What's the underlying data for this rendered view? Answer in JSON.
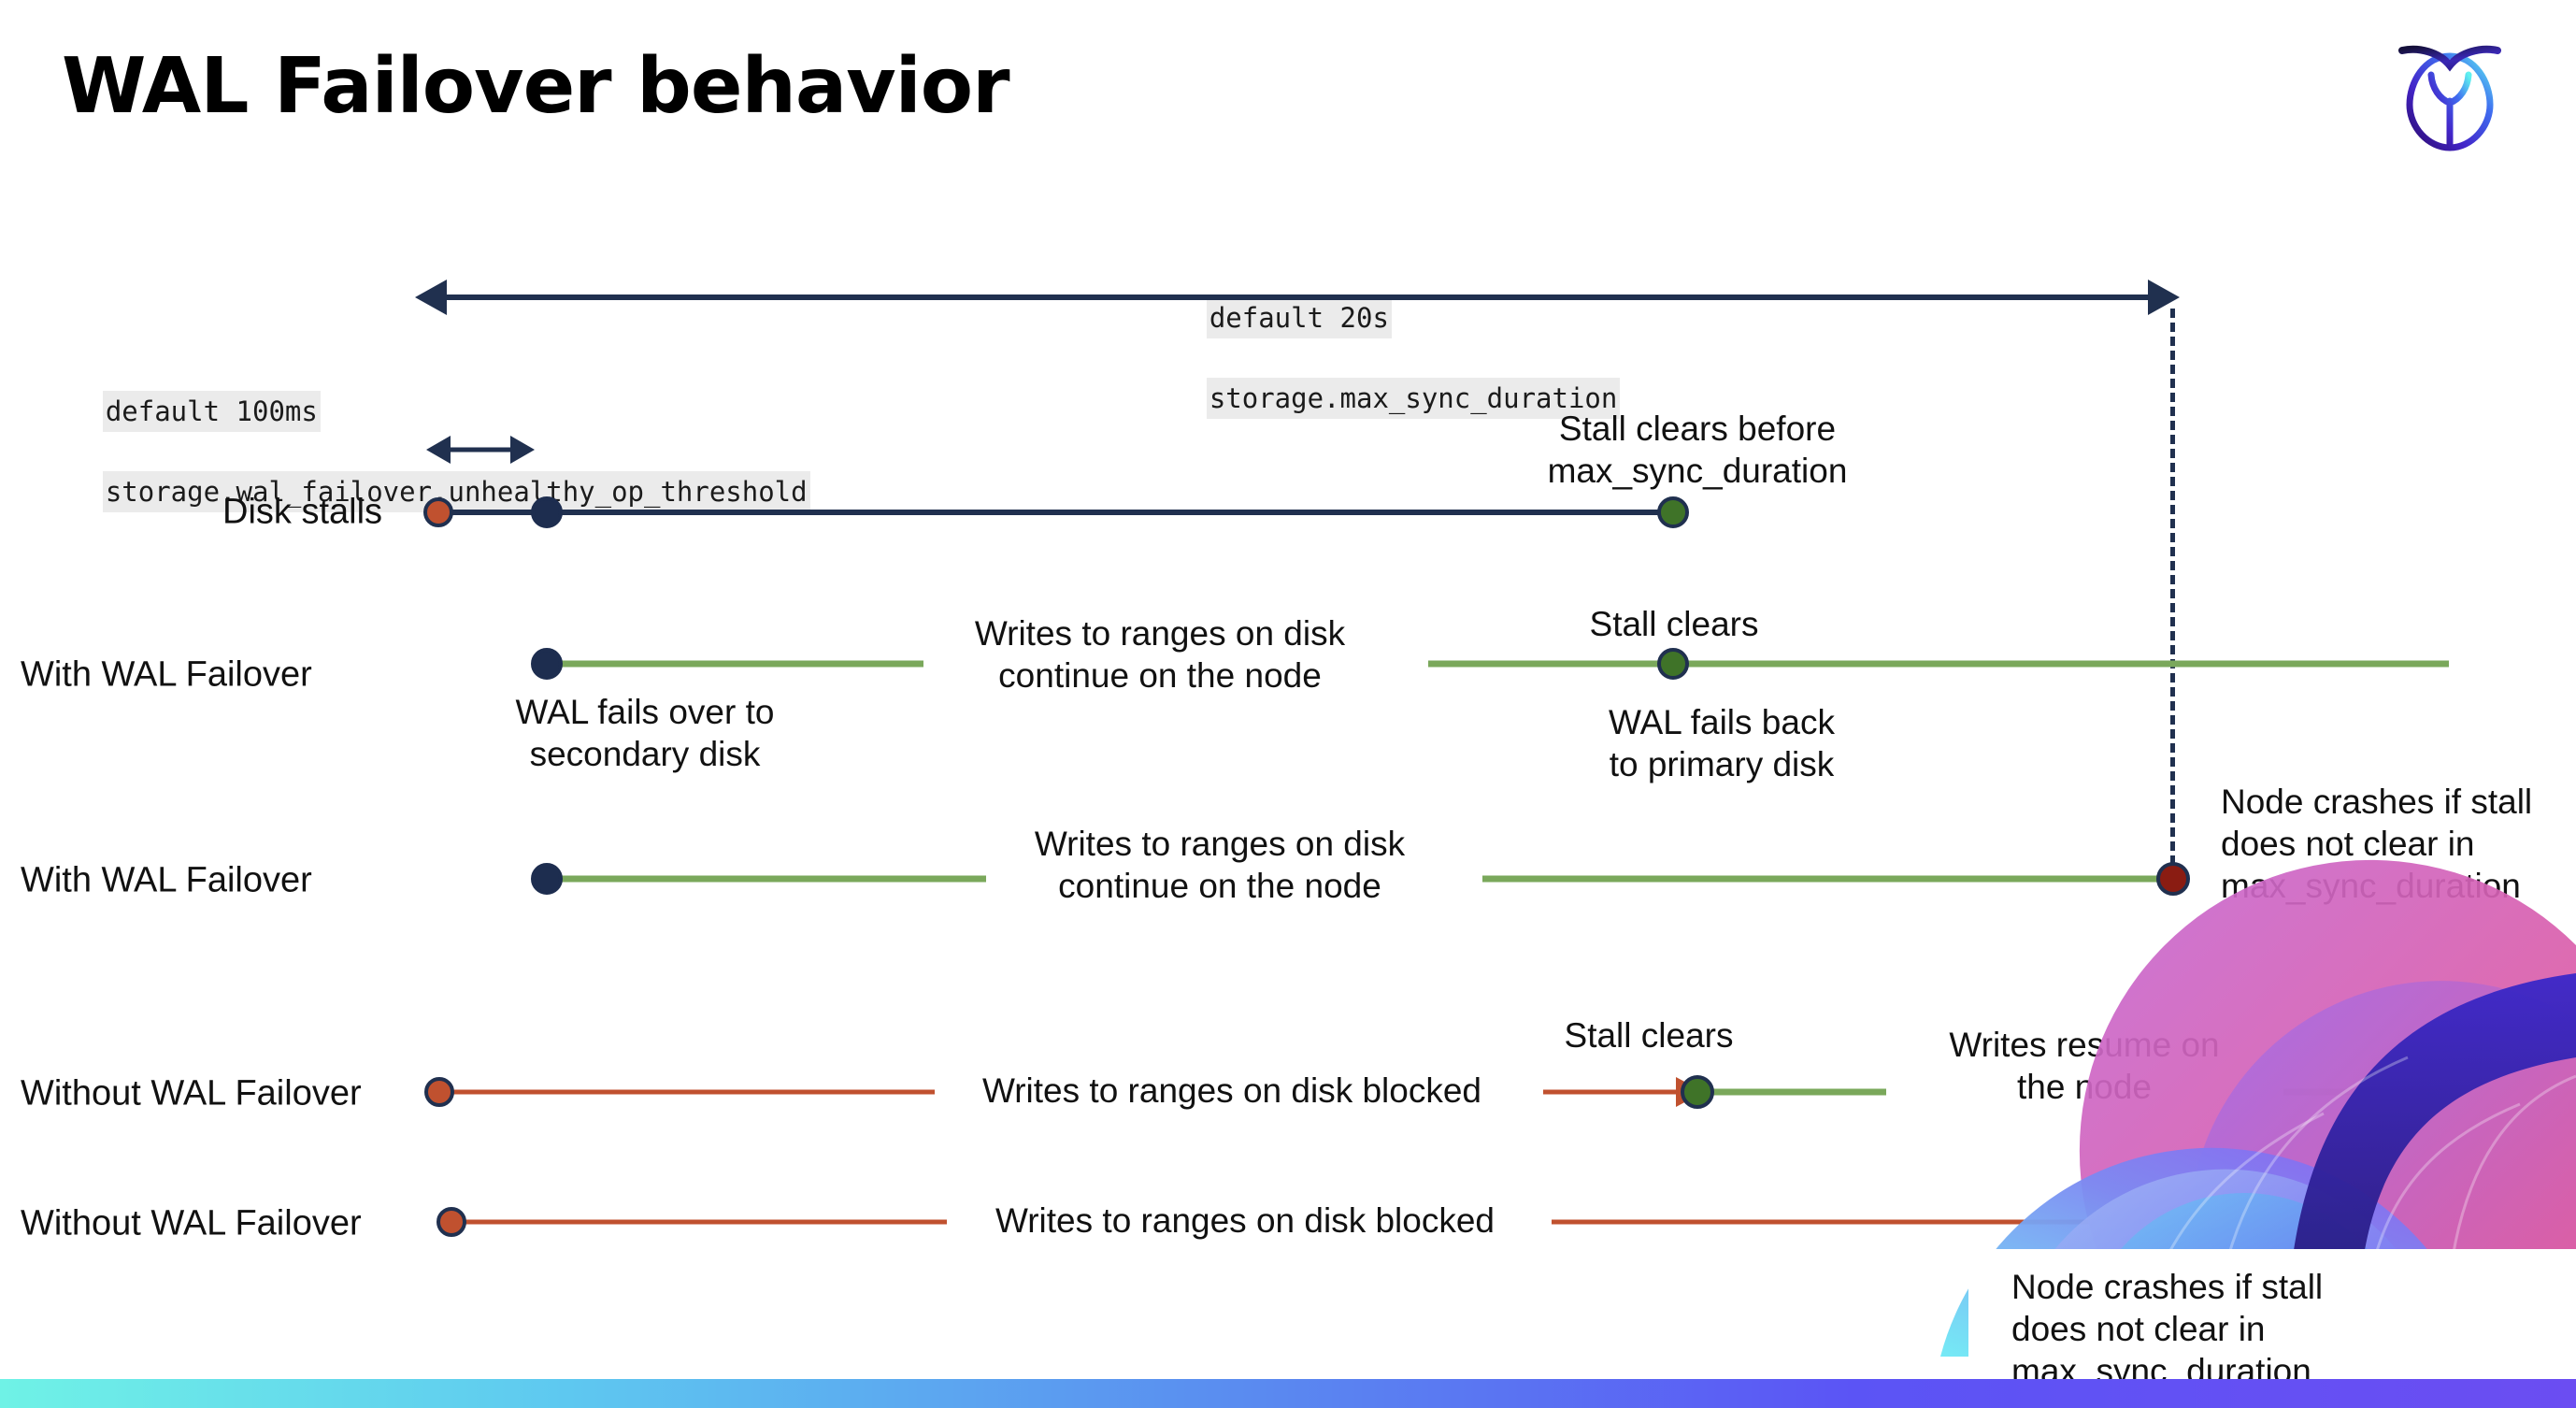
{
  "slide": {
    "title": "WAL Failover behavior",
    "logo_name": "cockroachdb-logo"
  },
  "settings": [
    {
      "name": "max-sync-duration",
      "default_line": "default 20s",
      "setting_line": "storage.max_sync_duration"
    },
    {
      "name": "unhealthy-op-threshold",
      "default_line": "default 100ms",
      "setting_line": "storage.wal_failover.unhealthy_op_threshold"
    }
  ],
  "rows": [
    {
      "label": "Disk stalls"
    },
    {
      "label": "With WAL Failover"
    },
    {
      "label": "With WAL Failover"
    },
    {
      "label": "Without WAL Failover"
    },
    {
      "label": "Without WAL Failover"
    }
  ],
  "annotations": {
    "stall_clears_before": "Stall clears before\nmax_sync_duration",
    "stall_clears_1": "Stall clears",
    "stall_clears_2": "Stall clears",
    "writes_continue_1": "Writes to ranges on disk\ncontinue on the node",
    "writes_continue_2": "Writes to ranges on disk\ncontinue on the node",
    "wal_fails_over": "WAL fails over to\nsecondary disk",
    "wal_fails_back": "WAL fails  back\nto primary disk",
    "node_crashes_1": "Node crashes if stall\ndoes not clear in\nmax_sync_duration",
    "node_crashes_2": "Node crashes if stall\ndoes not clear in\nmax_sync_duration",
    "writes_blocked_1": "Writes to ranges on disk  blocked",
    "writes_blocked_2": "Writes to ranges on disk  blocked",
    "writes_resume": "Writes resume on\nthe node"
  },
  "colors": {
    "navy": "#20304f",
    "green_line": "#7aa85b",
    "red_line": "#c0512f",
    "dot_orange": "#c0512f",
    "dot_navy": "#1d2d4f",
    "dot_green": "#3f7328",
    "dot_darkred": "#8a1c12",
    "code_bg": "#ebebeb",
    "bar_gradient_start": "#6ff2e6",
    "bar_gradient_end": "#6b4df2"
  }
}
